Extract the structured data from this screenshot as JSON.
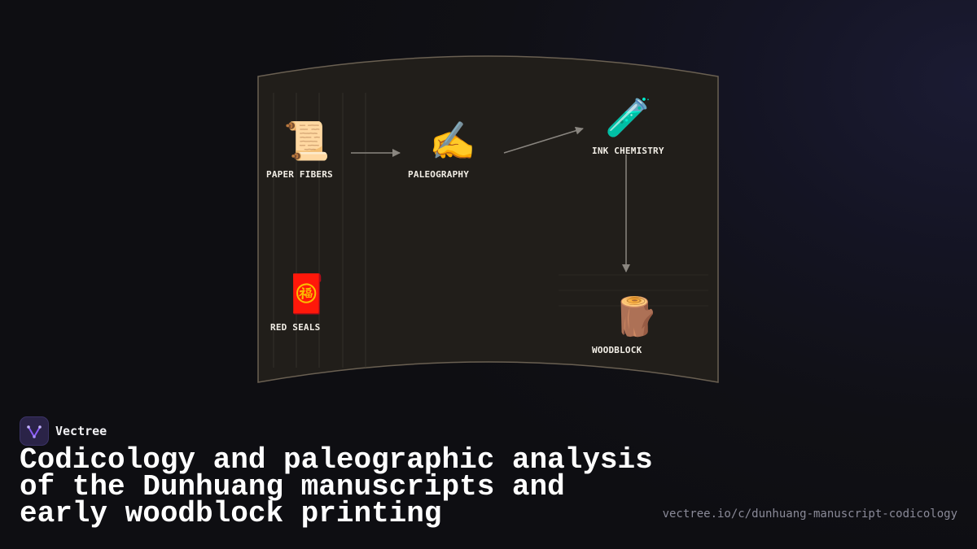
{
  "diagram": {
    "nodes": [
      {
        "id": "paper",
        "icon": "scroll-icon",
        "emoji": "📜",
        "label": "PAPER FIBERS"
      },
      {
        "id": "paleo",
        "icon": "writing-hand-icon",
        "emoji": "✍️",
        "label": "PALEOGRAPHY"
      },
      {
        "id": "ink",
        "icon": "test-tube-icon",
        "emoji": "🧪",
        "label": "INK CHEMISTRY"
      },
      {
        "id": "seals",
        "icon": "red-envelope-icon",
        "emoji": "🧧",
        "label": "RED SEALS"
      },
      {
        "id": "wood",
        "icon": "wood-log-icon",
        "emoji": "🪵",
        "label": "WOODBLOCK"
      }
    ],
    "edges": [
      {
        "from": "PAPER FIBERS",
        "to": "PALEOGRAPHY"
      },
      {
        "from": "PALEOGRAPHY",
        "to": "INK CHEMISTRY"
      },
      {
        "from": "INK CHEMISTRY",
        "to": "WOODBLOCK"
      }
    ]
  },
  "brand": {
    "name": "Vectree",
    "logo_icon": "vectree-logo-icon",
    "accent": "#8b5cf6"
  },
  "title": {
    "line1": "Codicology and paleographic analysis",
    "line2": "of the Dunhuang manuscripts and",
    "line3": "early woodblock printing"
  },
  "url": "vectree.io/c/dunhuang-manuscript-codicology",
  "colors": {
    "panel": "#211e1a",
    "panel_border": "#6a6052",
    "arrow": "#8a8680",
    "background": "#0f0f13"
  }
}
